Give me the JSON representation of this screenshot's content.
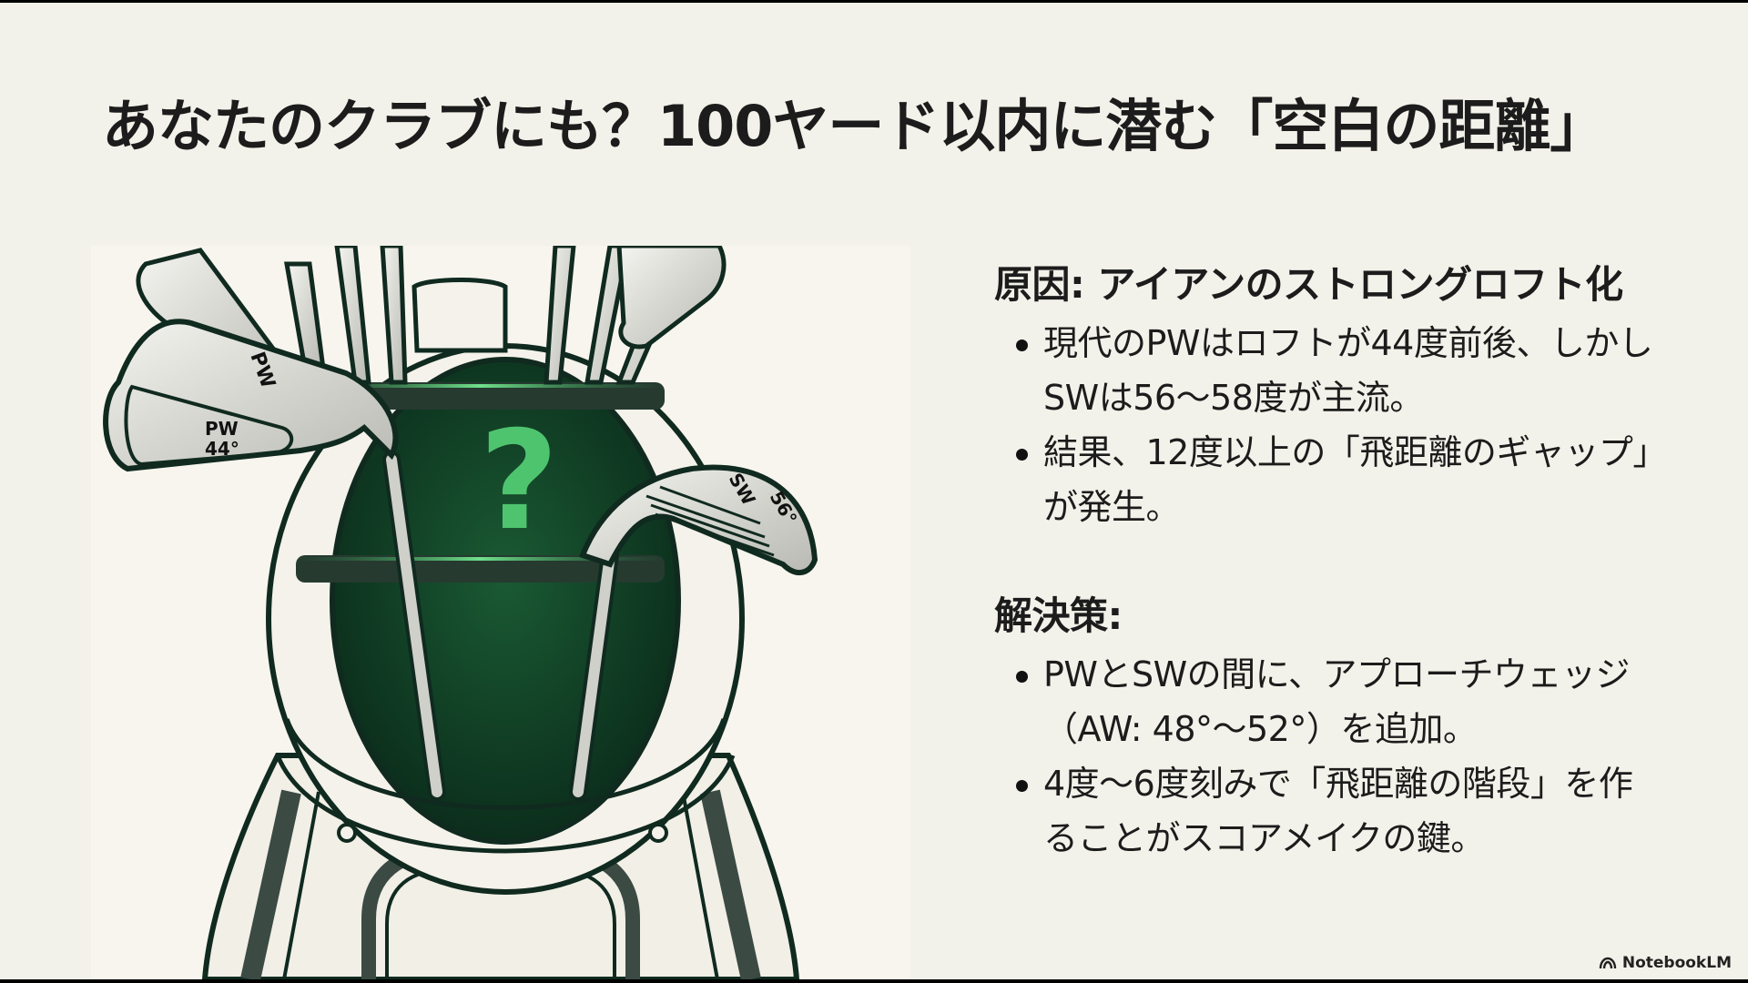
{
  "slide": {
    "title": "あなたのクラブにも？100ヤード以内に潜む「空白の距離」",
    "colors": {
      "background": "#f3f2ea",
      "text": "#1c1c1c",
      "accent_green": "#4ec46f",
      "bag_interior": "#0f3a22",
      "outline": "#102a20"
    }
  },
  "illustration": {
    "description": "golf-bag-with-missing-club",
    "labels": {
      "pw_hosel": "PW",
      "pw_face_line1": "PW",
      "pw_face_line2": "44°",
      "sw_name": "SW",
      "sw_loft": "56°",
      "question_mark": "?"
    }
  },
  "sections": [
    {
      "heading": "原因: アイアンのストロングロフト化",
      "bullets": [
        {
          "line1": "現代のPWはロフトが44度前後、しかし",
          "line2": "SWは56〜58度が主流。"
        },
        {
          "line1": "結果、12度以上の「飛距離のギャップ」",
          "line2": "が発生。"
        }
      ]
    },
    {
      "heading": "解決策:",
      "bullets": [
        {
          "line1": "PWとSWの間に、アプローチウェッジ",
          "line2": "（AW: 48°〜52°）を追加。"
        },
        {
          "line1": "4度〜6度刻みで「飛距離の階段」を作",
          "line2": "ることがスコアメイクの鍵。"
        }
      ]
    }
  ],
  "watermark": {
    "icon": "notebooklm-logo-icon",
    "label": "NotebookLM"
  }
}
